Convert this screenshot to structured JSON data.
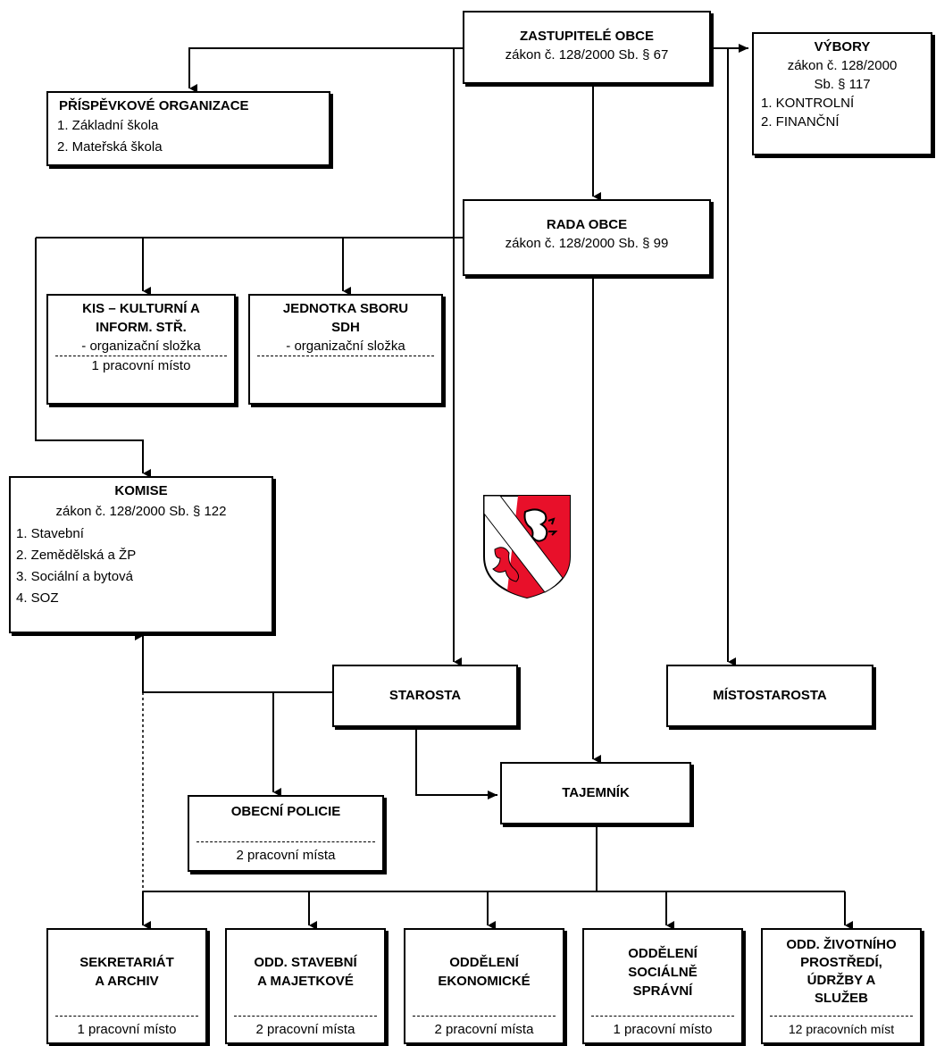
{
  "boxes": {
    "zastupitele": {
      "title": "ZASTUPITELÉ OBCE",
      "law": "zákon č. 128/2000 Sb. § 67"
    },
    "vybory": {
      "title": "VÝBORY",
      "law1": "zákon č. 128/2000",
      "law2": "Sb. § 117",
      "items": [
        "1. KONTROLNÍ",
        "2. FINANČNÍ"
      ]
    },
    "prispevkove": {
      "title": "PŘÍSPĚVKOVÉ ORGANIZACE",
      "items": [
        "1. Základní  škola",
        "2. Mateřská škola"
      ]
    },
    "rada": {
      "title": "RADA OBCE",
      "law": "zákon č. 128/2000 Sb. § 99"
    },
    "kis": {
      "title1": "KIS – KULTURNÍ A",
      "title2": "INFORM. STŘ.",
      "sub": "- organizační složka",
      "staff": "1 pracovní místo"
    },
    "jednotka": {
      "title1": "JEDNOTKA SBORU",
      "title2": "SDH",
      "sub": "- organizační složka"
    },
    "komise": {
      "title": "KOMISE",
      "law": "zákon č. 128/2000 Sb. § 122",
      "items": [
        "1. Stavební",
        "2. Zemědělská a ŽP",
        "3. Sociální a bytová",
        "4. SOZ"
      ]
    },
    "starosta": {
      "title": "STAROSTA"
    },
    "mistostarosta": {
      "title": "MÍSTOSTAROSTA"
    },
    "tajemnik": {
      "title": "TAJEMNÍK"
    },
    "policie": {
      "title": "OBECNÍ POLICIE",
      "staff": "2 pracovní místa"
    },
    "sekretariat": {
      "title1": "SEKRETARIÁT",
      "title2": "A ARCHIV",
      "staff": "1 pracovní místo"
    },
    "stavebni": {
      "title1": "ODD. STAVEBNÍ",
      "title2": "A MAJETKOVÉ",
      "staff": "2 pracovní místa"
    },
    "ekonomicke": {
      "title1": "ODDĚLENÍ",
      "title2": "EKONOMICKÉ",
      "staff": "2 pracovní místa"
    },
    "socialne": {
      "title1": "ODDĚLENÍ",
      "title2": "SOCIÁLNĚ",
      "title3": "SPRÁVNÍ",
      "staff": "1 pracovní místo"
    },
    "zivotni": {
      "title1": "ODD. ŽIVOTNÍHO",
      "title2": "PROSTŘEDÍ,",
      "title3": "ÚDRŽBY A",
      "title4": "SLUŽEB",
      "staff": "12 pracovních míst"
    }
  },
  "colors": {
    "crest_red": "#e8102a",
    "line": "#000000"
  }
}
